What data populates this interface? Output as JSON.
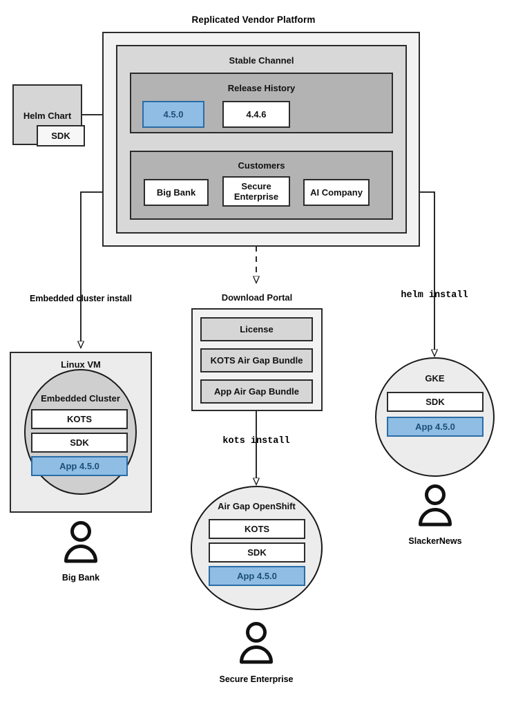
{
  "diagram": {
    "title": "Replicated Vendor Platform",
    "platform": {
      "channel_label": "Stable Channel",
      "release_history": {
        "label": "Release History",
        "releases": [
          {
            "version": "4.5.0",
            "highlighted": true
          },
          {
            "version": "4.4.6",
            "highlighted": false
          }
        ]
      },
      "customers": {
        "label": "Customers",
        "items": [
          {
            "name": "Big Bank"
          },
          {
            "name": "Secure Enterprise"
          },
          {
            "name": "AI Company"
          }
        ]
      }
    },
    "helm_chart": {
      "label": "Helm Chart",
      "sdk_label": "SDK"
    },
    "download_portal": {
      "label": "Download Portal",
      "artifacts": [
        {
          "label": "License"
        },
        {
          "label": "KOTS Air Gap Bundle"
        },
        {
          "label": "App Air Gap Bundle"
        }
      ]
    },
    "edges": [
      {
        "id": "embedded-cluster-install",
        "label": "Embedded cluster install",
        "style": "solid"
      },
      {
        "id": "kots-install",
        "label": "kots install",
        "style": "mono"
      },
      {
        "id": "helm-install",
        "label": "helm install",
        "style": "mono"
      }
    ],
    "environments": [
      {
        "id": "linux-vm",
        "label": "Linux VM",
        "inner_label": "Embedded Cluster",
        "components": [
          {
            "label": "KOTS",
            "highlighted": false
          },
          {
            "label": "SDK",
            "highlighted": false
          },
          {
            "label": "App 4.5.0",
            "highlighted": true
          }
        ],
        "owner": "Big Bank"
      },
      {
        "id": "air-gap-openshift",
        "label": "Air Gap OpenShift",
        "components": [
          {
            "label": "KOTS",
            "highlighted": false
          },
          {
            "label": "SDK",
            "highlighted": false
          },
          {
            "label": "App 4.5.0",
            "highlighted": true
          }
        ],
        "owner": "Secure Enterprise"
      },
      {
        "id": "gke",
        "label": "GKE",
        "components": [
          {
            "label": "SDK",
            "highlighted": false
          },
          {
            "label": "App 4.5.0",
            "highlighted": true
          }
        ],
        "owner": "SlackerNews"
      }
    ],
    "colors": {
      "accent_blue_fill": "#8fbde4",
      "accent_blue_border": "#2a6ca6",
      "accent_blue_text": "#1d4f77",
      "platform_bg": "#f2f2f2",
      "channel_bg": "#d8d8d8",
      "subgroup_bg": "#b3b3b3",
      "stroke": "#2b2b2b"
    }
  }
}
